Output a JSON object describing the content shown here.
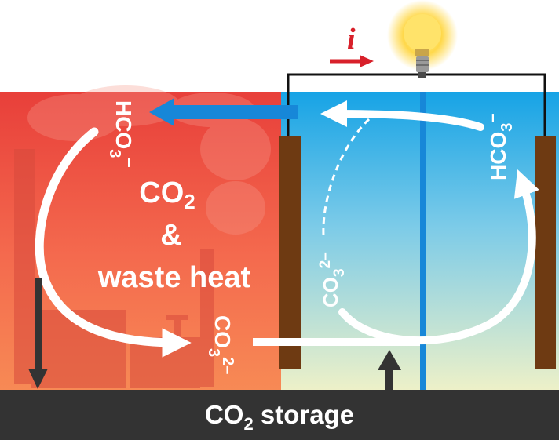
{
  "current": {
    "symbol": "i"
  },
  "left_panel": {
    "line1_main": "CO",
    "line1_sub": "2",
    "line2": "&",
    "line3": "waste heat"
  },
  "ions": {
    "bicarbonate_left": {
      "main": "HCO",
      "sub": "3",
      "sup": "–"
    },
    "carbonate_left": {
      "main": "CO",
      "sub": "3",
      "sup": "2–"
    },
    "carbonate_right": {
      "main": "CO",
      "sub": "3",
      "sup": "2–"
    },
    "bicarbonate_right": {
      "main": "HCO",
      "sub": "3",
      "sup": "–"
    }
  },
  "storage": {
    "main": "CO",
    "sub": "2",
    "rest": " storage"
  },
  "colors": {
    "hot_side": "#f0524a",
    "cold_side_top": "#16a3e6",
    "cold_side_bottom": "#eef1c8",
    "electrode": "#6e3a12",
    "storage_bar": "#333333",
    "current_arrow": "#d8202a",
    "flow_arrow_blue": "#1787d8",
    "flow_arrows": "#ffffff"
  },
  "icons": [
    "light-bulb-icon",
    "factory-chimney-icon"
  ]
}
